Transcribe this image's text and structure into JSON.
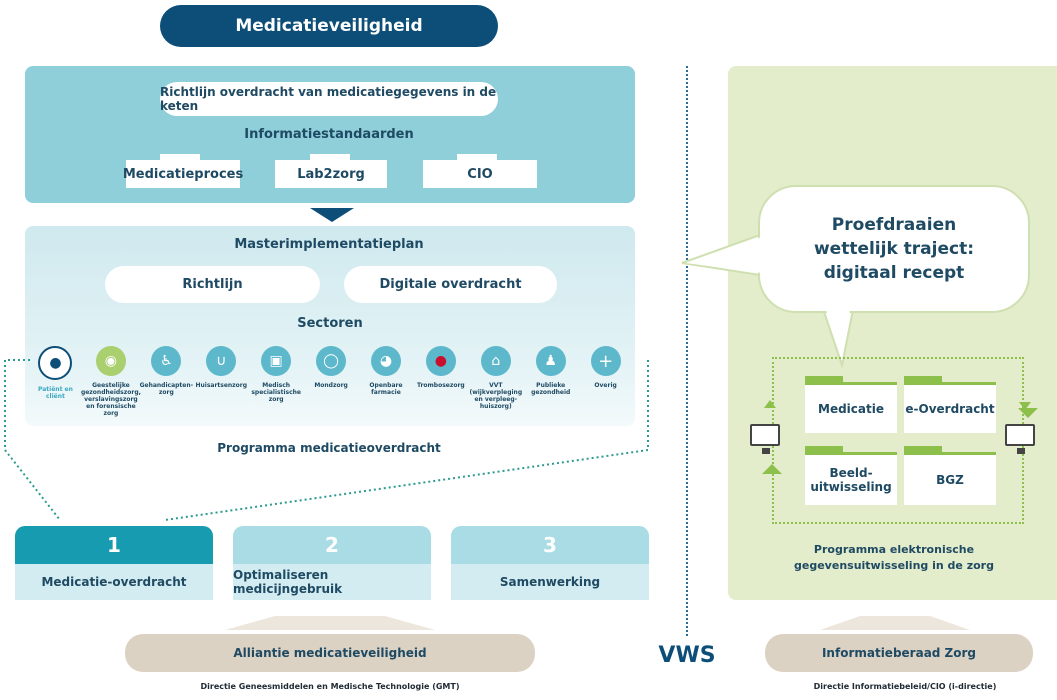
{
  "title": "Medicatieveiligheid",
  "top": {
    "guideline": "Richtlijn overdracht van medicatiegegevens in de keten",
    "standards_heading": "Informatiestandaarden",
    "standards": [
      "Medicatieproces",
      "Lab2zorg",
      "CIO"
    ]
  },
  "mip": {
    "heading": "Masterimplementatieplan",
    "pills": [
      "Richtlijn",
      "Digitale overdracht"
    ],
    "sectors_heading": "Sectoren",
    "sectors": [
      {
        "label": "Patiënt en cliënt",
        "icon": "people-icon"
      },
      {
        "label": "Geestelijke gezondheidszorg, verslavingszorg en forensische zorg",
        "icon": "head-icon"
      },
      {
        "label": "Gehandicapten-zorg",
        "icon": "wheelchair-icon"
      },
      {
        "label": "Huisartsenzorg",
        "icon": "stethoscope-icon"
      },
      {
        "label": "Medisch specialistische zorg",
        "icon": "hospital-icon"
      },
      {
        "label": "Mondzorg",
        "icon": "tooth-icon"
      },
      {
        "label": "Openbare farmacie",
        "icon": "mortar-icon"
      },
      {
        "label": "Trombosezorg",
        "icon": "blood-drop-icon"
      },
      {
        "label": "VVT (wijkverpleging en verpleeg-huiszorg)",
        "icon": "house-icon"
      },
      {
        "label": "Publieke gezondheid",
        "icon": "family-icon"
      },
      {
        "label": "Overig",
        "icon": "plus-icon"
      }
    ],
    "program": "Programma medicatieoverdracht"
  },
  "programs": [
    {
      "number": "1",
      "label": "Medicatie-overdracht"
    },
    {
      "number": "2",
      "label": "Optimaliseren medicijngebruik"
    },
    {
      "number": "3",
      "label": "Samenwerking"
    }
  ],
  "alliance": {
    "label": "Alliantie medicatieveiligheid",
    "caption": "Directie Geneesmiddelen en Medische Technologie (GMT)"
  },
  "center": "VWS",
  "right": {
    "bubble": [
      "Proefdraaien",
      "wettelijk traject:",
      "digitaal recept"
    ],
    "folders": [
      "Medicatie",
      "e-Overdracht",
      "Beeld-uitwisseling",
      "BGZ"
    ],
    "program": [
      "Programma elektronische",
      "gegevensuitwisseling in de zorg"
    ],
    "council": "Informatieberaad Zorg",
    "caption": "Directie Informatiebeleid/CIO (i-directie)"
  },
  "colors": {
    "navy": "#0d4e78",
    "teal": "#8ecfd9",
    "green_panel": "#e3eccb",
    "green": "#8cc04b",
    "tan": "#dcd2c4"
  }
}
